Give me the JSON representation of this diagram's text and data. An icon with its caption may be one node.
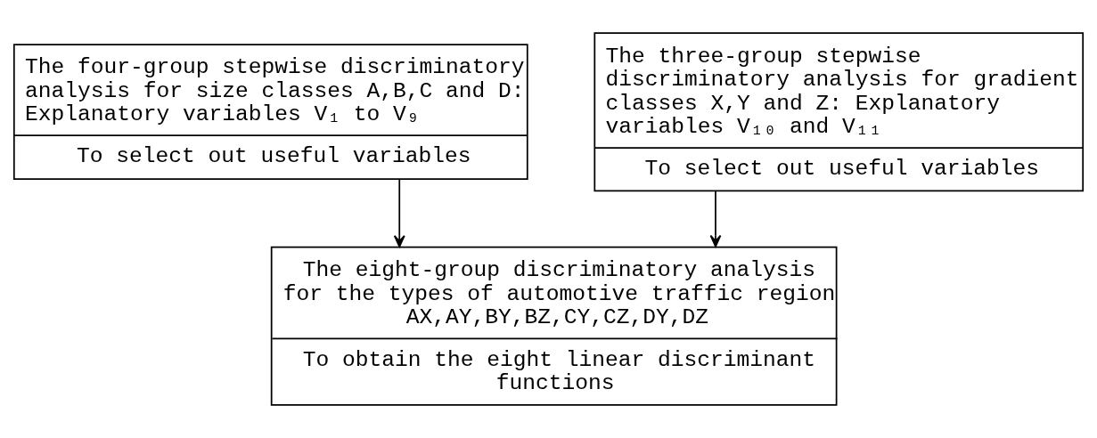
{
  "diagram": {
    "nodes": [
      {
        "text": [
          "The four-group stepwise discriminatory analysis for size classes A,B,C and D: Explanatory variables V₁ to V₉",
          "To select out useful variables"
        ]
      },
      {
        "text": [
          "The three-group stepwise discriminatory analysis for gradient classes X,Y and Z: Explanatory variables V₁₀ and V₁₁",
          "To select out useful variables"
        ]
      },
      {
        "text": [
          "The eight-group discriminatory analysis for the types of automotive traffic region AX,AY,BY,BZ,CY,CZ,DY,DZ",
          "To obtain the eight linear discriminant functions"
        ]
      }
    ],
    "edges": [
      {
        "from": 0,
        "to": 2,
        "arrow": "to"
      },
      {
        "from": 1,
        "to": 2,
        "arrow": "to"
      }
    ]
  }
}
